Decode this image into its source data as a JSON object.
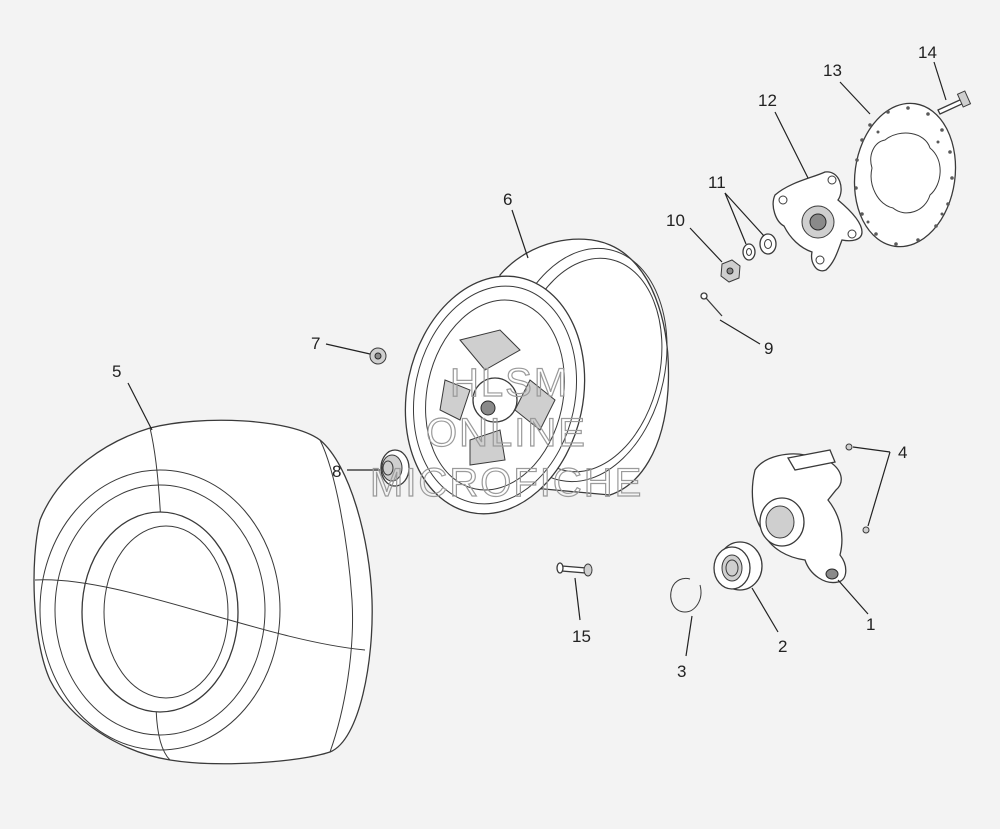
{
  "callouts": [
    {
      "id": "1",
      "label": "1"
    },
    {
      "id": "2",
      "label": "2"
    },
    {
      "id": "3",
      "label": "3"
    },
    {
      "id": "4",
      "label": "4"
    },
    {
      "id": "5",
      "label": "5"
    },
    {
      "id": "6",
      "label": "6"
    },
    {
      "id": "7",
      "label": "7"
    },
    {
      "id": "8",
      "label": "8"
    },
    {
      "id": "9",
      "label": "9"
    },
    {
      "id": "10",
      "label": "10"
    },
    {
      "id": "11",
      "label": "11"
    },
    {
      "id": "12",
      "label": "12"
    },
    {
      "id": "13",
      "label": "13"
    },
    {
      "id": "14",
      "label": "14"
    },
    {
      "id": "15",
      "label": "15"
    }
  ],
  "watermark": {
    "line1": "HLSM",
    "line2": "ONLINE",
    "line3": "MICROFICHE"
  }
}
